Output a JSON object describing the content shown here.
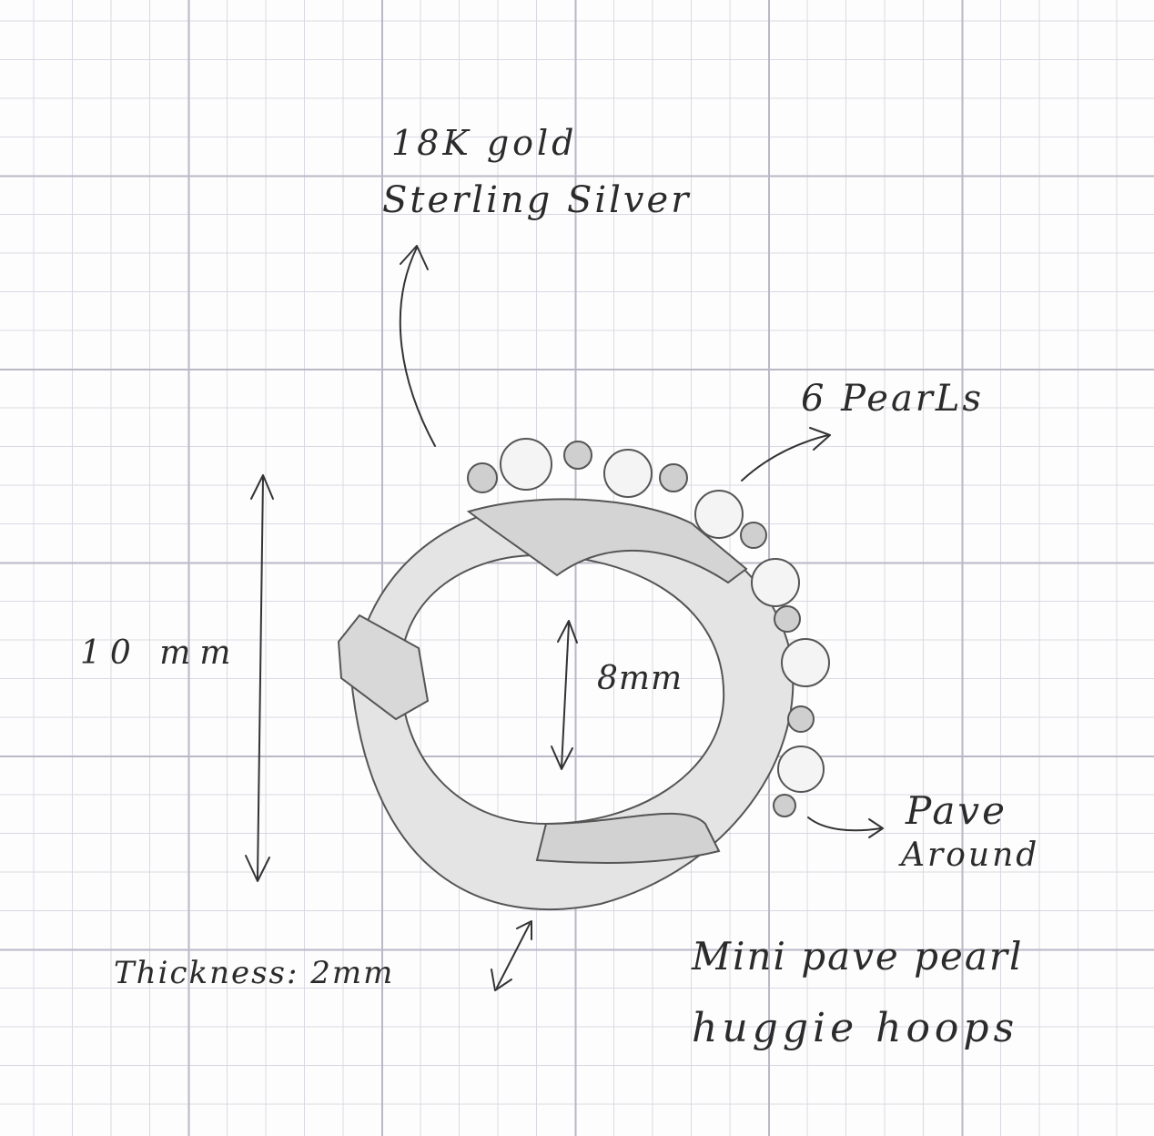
{
  "annotations": {
    "material_line1": "18K gold",
    "material_line2": "Sterling Silver",
    "pearls": "6 PearLs",
    "outer_size": "10 mm",
    "inner_size": "8mm",
    "thickness": "Thickness: 2mm",
    "pave_line1": "Pave",
    "pave_line2": "Around",
    "product_line1": "Mini pave pearl",
    "product_line2": "huggie hoops"
  }
}
